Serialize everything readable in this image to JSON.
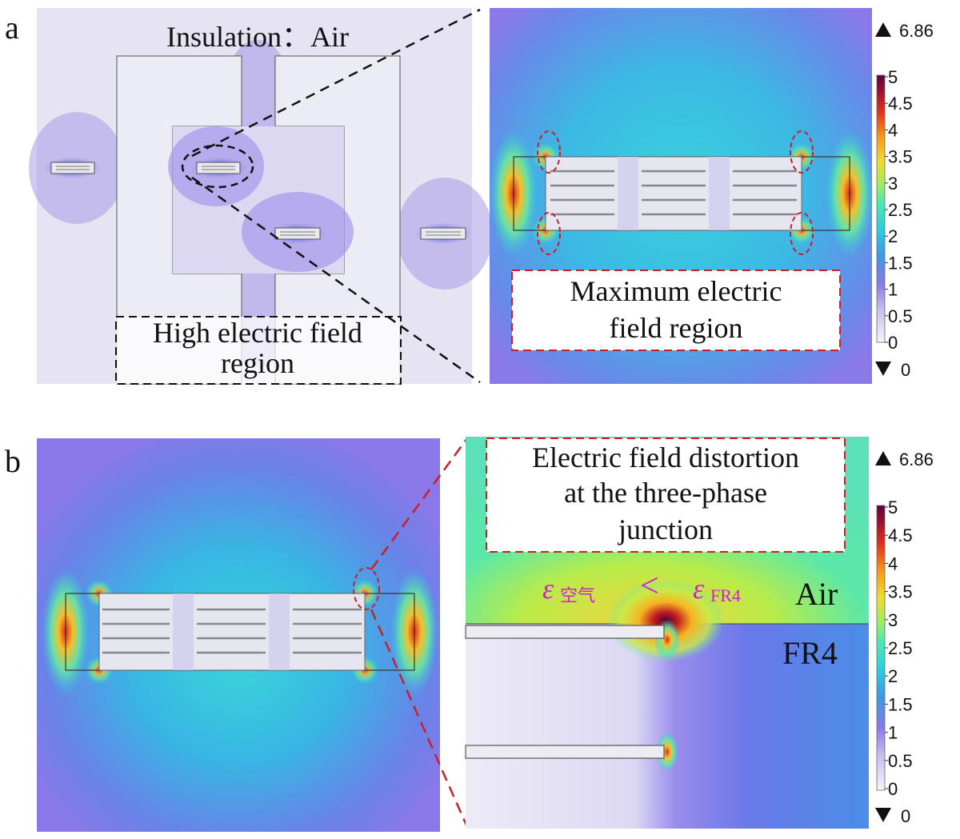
{
  "panel_a": {
    "label": "a",
    "title": "Insulation：Air",
    "high_field_label_line1": "High electric field",
    "high_field_label_line2": "region",
    "max_field_label_line1": "Maximum electric",
    "max_field_label_line2": "field region",
    "colorbar": {
      "max_marker": "6.86",
      "min_marker": "0",
      "ticks": [
        "5",
        "4.5",
        "4",
        "3.5",
        "3",
        "2.5",
        "2",
        "1.5",
        "1",
        "0.5",
        "0"
      ]
    }
  },
  "panel_b": {
    "label": "b",
    "distortion_label_line1": "Electric field distortion",
    "distortion_label_line2": "at the three-phase",
    "distortion_label_line3": "junction",
    "eps_air_symbol": "ε",
    "eps_air_sub": "空气",
    "less_than": "<",
    "eps_fr4_symbol": "ε",
    "eps_fr4_sub": "FR4",
    "air_label": "Air",
    "fr4_label": "FR4",
    "colorbar": {
      "max_marker": "6.86",
      "min_marker": "0",
      "ticks": [
        "5",
        "4.5",
        "4",
        "3.5",
        "3",
        "2.5",
        "2",
        "1.5",
        "1",
        "0.5",
        "0"
      ]
    }
  },
  "colors": {
    "field_low": "#e8e6f4",
    "field_mid_low": "#8a80ec",
    "field_mid": "#3cc6e6",
    "field_mid_high": "#5ce8a8",
    "field_high": "#f2d43a",
    "field_peak": "#e43a1c",
    "field_max": "#5a0a3a",
    "annotation_red": "#c8202a",
    "annotation_magenta": "#d020d0"
  }
}
